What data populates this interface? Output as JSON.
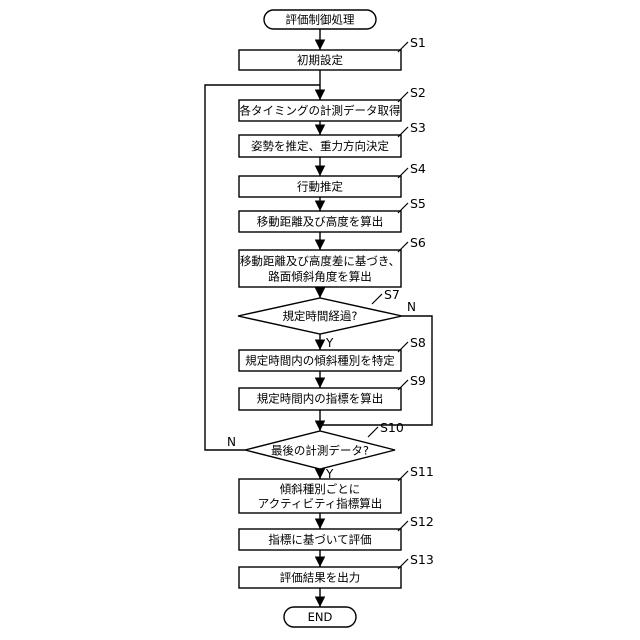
{
  "diagram": {
    "title": "評価制御処理",
    "end_label": "END",
    "branch": {
      "yes": "Y",
      "no": "N"
    },
    "steps": {
      "s1": {
        "tag": "S1",
        "label": "初期設定"
      },
      "s2": {
        "tag": "S2",
        "label": "各タイミングの計測データ取得"
      },
      "s3": {
        "tag": "S3",
        "label": "姿勢を推定、重力方向決定"
      },
      "s4": {
        "tag": "S4",
        "label": "行動推定"
      },
      "s5": {
        "tag": "S5",
        "label": "移動距離及び高度を算出"
      },
      "s6": {
        "tag": "S6",
        "lines": [
          "移動距離及び高度差に基づき、",
          "路面傾斜角度を算出"
        ]
      },
      "s7": {
        "tag": "S7",
        "label": "規定時間経過?"
      },
      "s8": {
        "tag": "S8",
        "label": "規定時間内の傾斜種別を特定"
      },
      "s9": {
        "tag": "S9",
        "label": "規定時間内の指標を算出"
      },
      "s10": {
        "tag": "S10",
        "label": "最後の計測データ?"
      },
      "s11": {
        "tag": "S11",
        "lines": [
          "傾斜種別ごとに",
          "アクティビティ指標算出"
        ]
      },
      "s12": {
        "tag": "S12",
        "label": "指標に基づいて評価"
      },
      "s13": {
        "tag": "S13",
        "label": "評価結果を出力"
      }
    }
  }
}
